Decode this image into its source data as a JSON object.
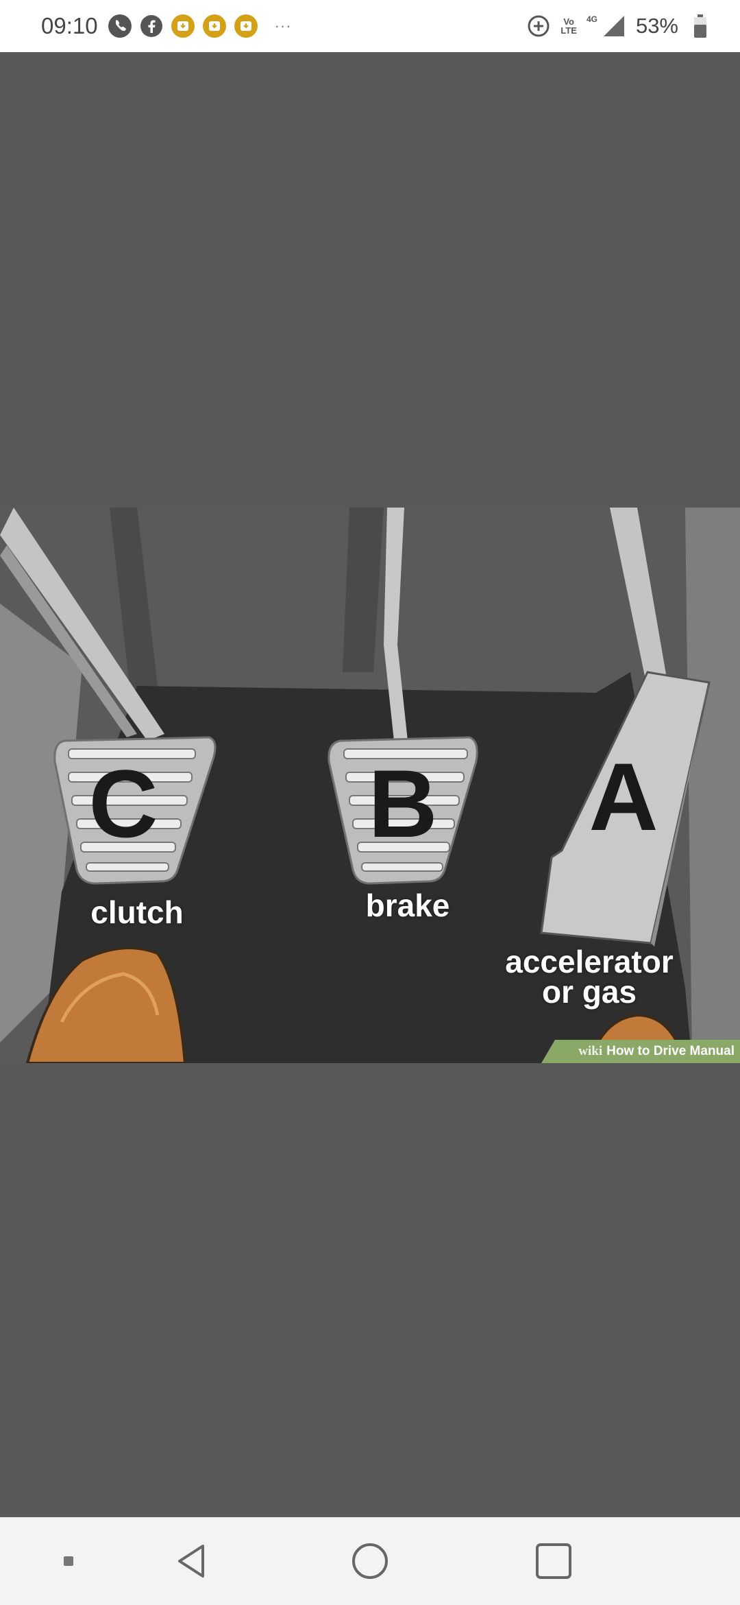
{
  "status_bar": {
    "time": "09:10",
    "left_icons": [
      "phone-icon",
      "facebook-icon",
      "download-badge-icon",
      "download-badge-icon",
      "download-badge-icon"
    ],
    "more": "···",
    "volte_top": "Vo",
    "volte_bottom": "LTE",
    "network": "4G",
    "battery": "53%"
  },
  "illustration": {
    "pedals": [
      {
        "letter": "C",
        "label": "clutch"
      },
      {
        "letter": "B",
        "label": "brake"
      },
      {
        "letter": "A",
        "label_line1": "accelerator",
        "label_line2": "or gas"
      }
    ],
    "watermark": {
      "brand": "wiki",
      "text": "How to Drive Manual"
    }
  },
  "colors": {
    "background": "#585858",
    "pedal": "#bdbdbd",
    "floor": "#2e2e2e",
    "shoe": "#c27a3a",
    "accent_badge": "#d4a017",
    "watermark": "#8aa868"
  },
  "nav_bar": {
    "buttons": [
      "menu-icon",
      "back-icon",
      "home-icon",
      "recents-icon"
    ]
  }
}
